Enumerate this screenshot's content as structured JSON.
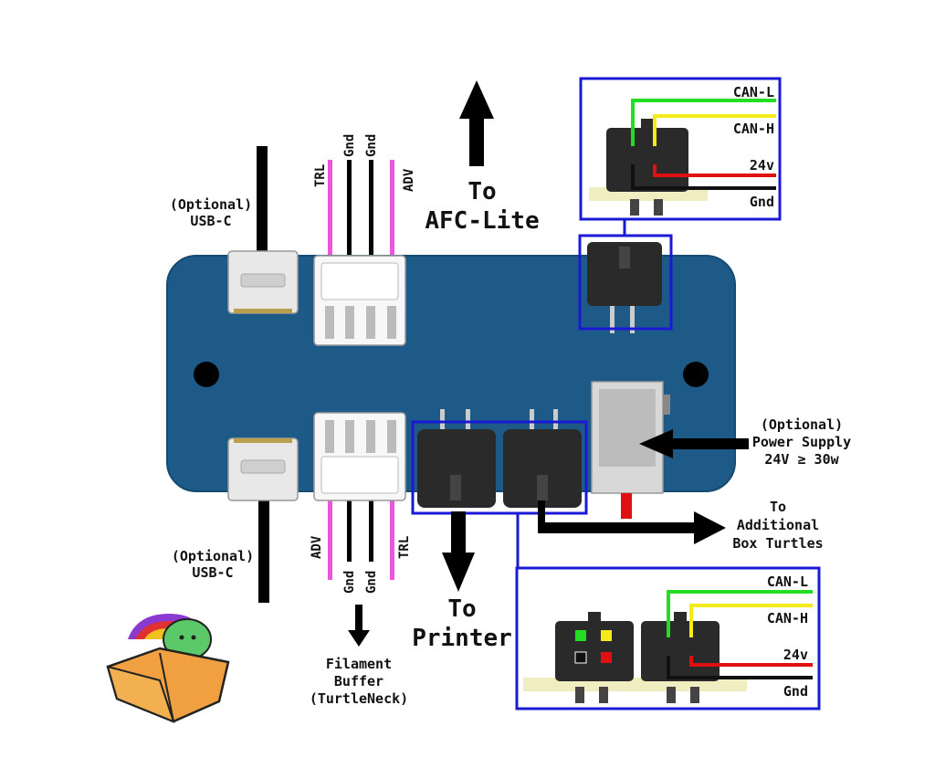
{
  "colors": {
    "board": "#1d5a87",
    "board_edge": "#174a70",
    "outline": "#1a1ad6",
    "can_l": "#22dd22",
    "can_h": "#f2ec1a",
    "v24": "#e01010",
    "gnd": "#111111",
    "trl_adv": "#ee55dd",
    "connector": "#2a2a2a",
    "pcb_strip": "#f0eec0"
  },
  "labels": {
    "usb_top": [
      "(Optional)",
      "USB-C"
    ],
    "usb_bottom": [
      "(Optional)",
      "USB-C"
    ],
    "top_pins": [
      "TRL",
      "Gnd",
      "Gnd",
      "ADV"
    ],
    "bottom_pins": [
      "ADV",
      "Gnd",
      "Gnd",
      "TRL"
    ],
    "to_afc": [
      "To",
      "AFC-Lite"
    ],
    "to_printer": [
      "To",
      "Printer"
    ],
    "filament": [
      "Filament",
      "Buffer",
      "(TurtleNeck)"
    ],
    "power": [
      "(Optional)",
      "Power Supply",
      "24V ≥ 30w"
    ],
    "additional": [
      "To",
      "Additional",
      "Box Turtles"
    ]
  },
  "can_inset_top": {
    "wires": [
      "CAN-L",
      "CAN-H",
      "24v",
      "Gnd"
    ]
  },
  "can_inset_bottom": {
    "wires": [
      "CAN-L",
      "CAN-H",
      "24v",
      "Gnd"
    ]
  },
  "logo": {
    "icon": "turtle-in-box-logo"
  }
}
